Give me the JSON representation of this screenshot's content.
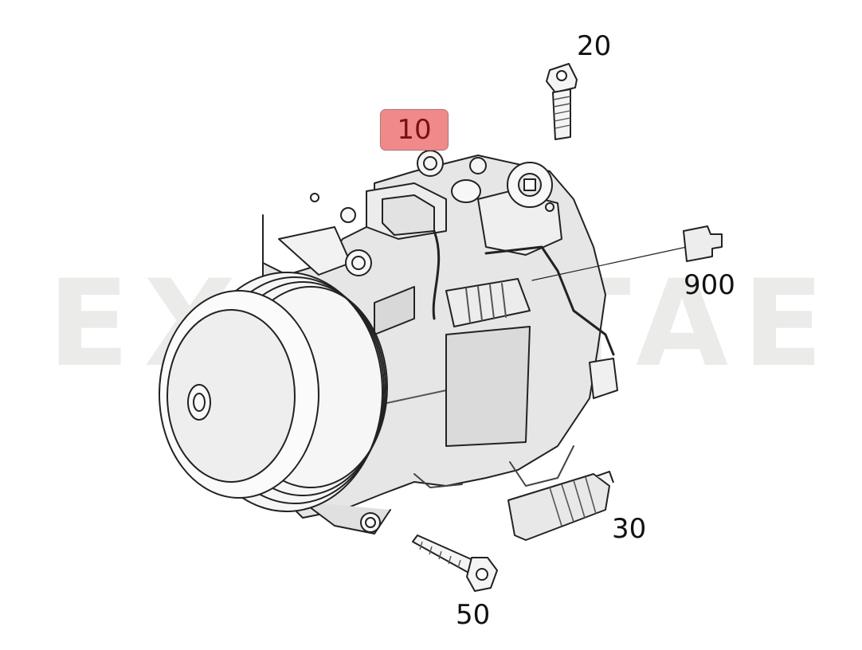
{
  "watermark": {
    "text": "EXPERTAE"
  },
  "callouts": {
    "part_10": "10",
    "part_20": "20",
    "part_30": "30",
    "part_50": "50",
    "part_900": "900"
  },
  "colors": {
    "highlight": "#f08a8a",
    "highlight_border": "#d06a6a",
    "line": "#222222",
    "body_shade": "#e4e4e4",
    "watermark": "#ebebea"
  }
}
